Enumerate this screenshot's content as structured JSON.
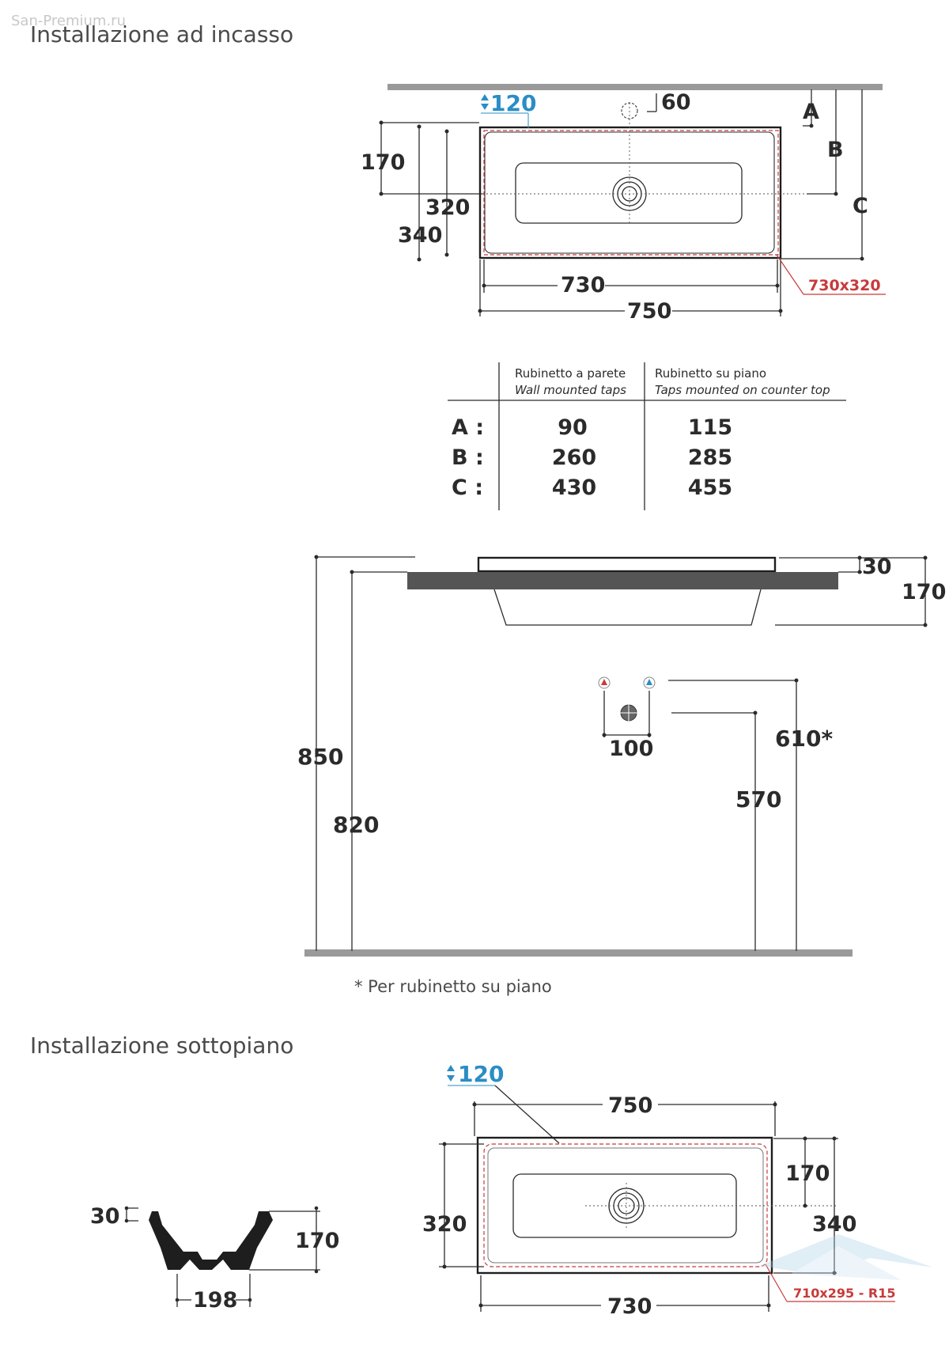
{
  "watermark": "San-Premium.ru",
  "sections": {
    "built_in_title": "Installazione ad incasso",
    "undermount_title": "Installazione sottopiano"
  },
  "top_view": {
    "depth_blue": "120",
    "tap_hole": "60",
    "label_a": "A",
    "label_b": "B",
    "label_c": "C",
    "dim_170": "170",
    "dim_320": "320",
    "dim_340": "340",
    "dim_730": "730",
    "dim_750": "750",
    "cutout": "730x320"
  },
  "table": {
    "col1_title": "Rubinetto a parete",
    "col1_subtitle": "Wall mounted taps",
    "col2_title": "Rubinetto su piano",
    "col2_subtitle": "Taps mounted on counter top",
    "rows": [
      {
        "key": "A :",
        "wall": "90",
        "counter": "115"
      },
      {
        "key": "B :",
        "wall": "260",
        "counter": "285"
      },
      {
        "key": "C :",
        "wall": "430",
        "counter": "455"
      }
    ]
  },
  "side_view": {
    "dim_30": "30",
    "dim_170": "170",
    "dim_850": "850",
    "dim_820": "820",
    "dim_100": "100",
    "dim_610": "610*",
    "dim_570": "570",
    "footnote": "* Per rubinetto su piano"
  },
  "profile_view": {
    "dim_30": "30",
    "dim_170": "170",
    "dim_198": "198"
  },
  "undermount_view": {
    "depth_blue": "120",
    "dim_750": "750",
    "dim_170": "170",
    "dim_320": "320",
    "dim_340": "340",
    "dim_730": "730",
    "cutout": "710x295 - R15"
  },
  "colors": {
    "dimension_blue": "#2a8dc5",
    "cutout_red": "#c83a3a",
    "countertop_gray": "#555555",
    "wall_gray": "#9a9a9a"
  }
}
